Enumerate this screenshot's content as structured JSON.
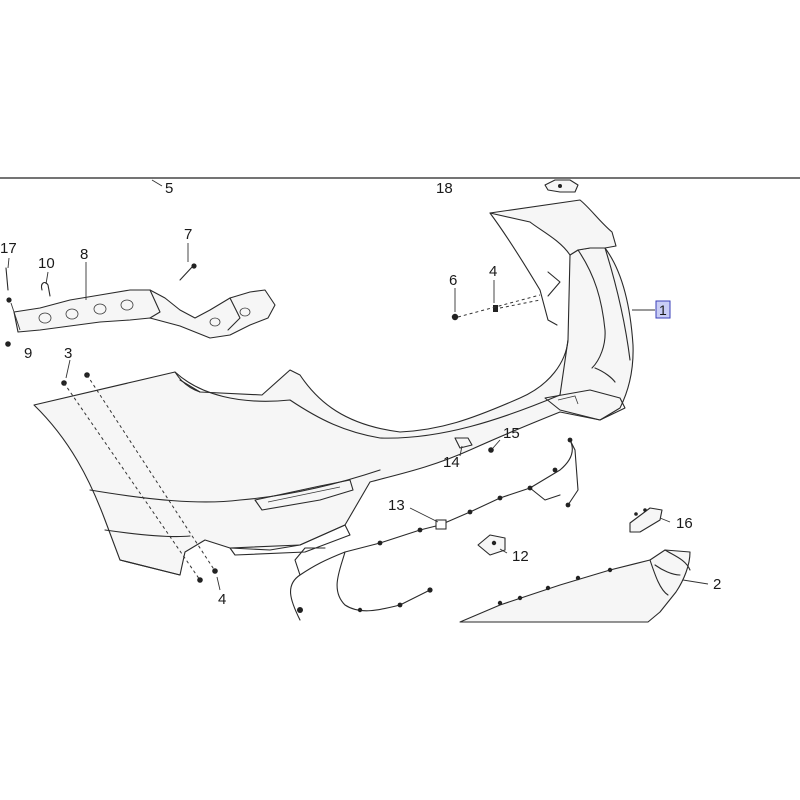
{
  "callouts": {
    "c1": "1",
    "c2": "2",
    "c3": "3",
    "c4a": "4",
    "c4b": "4",
    "c5": "5",
    "c6": "6",
    "c7": "7",
    "c8": "8",
    "c9": "9",
    "c10": "10",
    "c12": "12",
    "c13": "13",
    "c14": "14",
    "c15": "15",
    "c16": "16",
    "c17": "17",
    "c18": "18"
  },
  "colors": {
    "line": "#2a2a2a",
    "highlight_fill": "#c9cdf5",
    "highlight_stroke": "#3a3fb8"
  }
}
